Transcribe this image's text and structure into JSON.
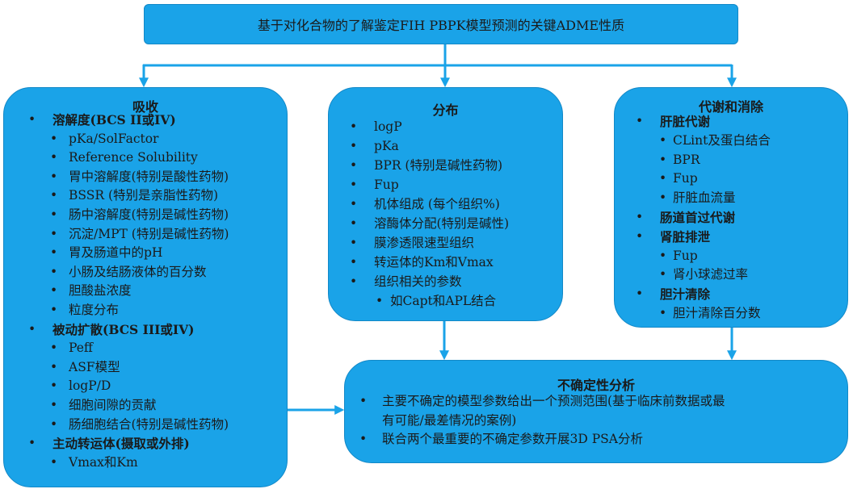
{
  "title": "基于对化合物的了解鉴定FIH PBPK模型预测的关键ADME性质",
  "absorption": {
    "title": "吸收",
    "items": [
      {
        "text": "溶解度(BCS II或IV)",
        "level": 1
      },
      {
        "text": "pKa/SolFactor",
        "level": 2
      },
      {
        "text": "Reference Solubility",
        "level": 2
      },
      {
        "text": "胃中溶解度(特别是酸性药物)",
        "level": 2
      },
      {
        "text": "BSSR (特别是亲脂性药物)",
        "level": 2
      },
      {
        "text": "肠中溶解度(特别是碱性药物)",
        "level": 2
      },
      {
        "text": "沉淀/MPT (特别是碱性药物)",
        "level": 2
      },
      {
        "text": "胃及肠道中的pH",
        "level": 2
      },
      {
        "text": "小肠及结肠液体的百分数",
        "level": 2
      },
      {
        "text": "胆酸盐浓度",
        "level": 2
      },
      {
        "text": "粒度分布",
        "level": 2
      },
      {
        "text": "被动扩散(BCS III或IV)",
        "level": 1
      },
      {
        "text": "Peff",
        "level": 2
      },
      {
        "text": "ASF模型",
        "level": 2
      },
      {
        "text": "logP/D",
        "level": 2
      },
      {
        "text": "细胞间隙的贡献",
        "level": 2
      },
      {
        "text": "肠细胞结合(特别是碱性药物)",
        "level": 2
      },
      {
        "text": "主动转运体(摄取或外排)",
        "level": 1
      },
      {
        "text": "Vmax和Km",
        "level": 2
      }
    ]
  },
  "distribution": {
    "title": "分布",
    "items": [
      {
        "text": "logP",
        "level": 1
      },
      {
        "text": "pKa",
        "level": 1
      },
      {
        "text": "BPR (特别是碱性药物)",
        "level": 1
      },
      {
        "text": "Fup",
        "level": 1
      },
      {
        "text": "机体组成 (每个组织%)",
        "level": 1
      },
      {
        "text": "溶酶体分配(特别是碱性)",
        "level": 1
      },
      {
        "text": "膜渗透限速型组织",
        "level": 1
      },
      {
        "text": "转运体的Km和Vmax",
        "level": 1
      },
      {
        "text": "组织相关的参数",
        "level": 1
      },
      {
        "text": "如Capt和APL结合",
        "level": 2
      }
    ]
  },
  "metabolism": {
    "title": "代谢和消除",
    "items": [
      {
        "text": "肝脏代谢",
        "level": 1
      },
      {
        "text": "CLint及蛋白结合",
        "level": 2
      },
      {
        "text": "BPR",
        "level": 2
      },
      {
        "text": "Fup",
        "level": 2
      },
      {
        "text": "肝脏血流量",
        "level": 2
      },
      {
        "text": "肠道首过代谢",
        "level": 1
      },
      {
        "text": "肾脏排泄",
        "level": 1
      },
      {
        "text": "Fup",
        "level": 2
      },
      {
        "text": "肾小球滤过率",
        "level": 2
      },
      {
        "text": "胆汁清除",
        "level": 1
      },
      {
        "text": "胆汁清除百分数",
        "level": 2
      }
    ]
  },
  "uncertainty": {
    "title": "不确定性分析",
    "items": [
      {
        "text": "主要不确定的模型参数给出一个预测范围(基于临床前数据或最"
      },
      {
        "text": "有可能/最差情况的案例)",
        "continuation": true
      },
      {
        "text": "联合两个最重要的不确定参数开展3D PSA分析"
      }
    ]
  },
  "colors": {
    "box_fill": "#1aa3e8",
    "connector": "#1aa3e8",
    "text": "#1a1a1a"
  }
}
